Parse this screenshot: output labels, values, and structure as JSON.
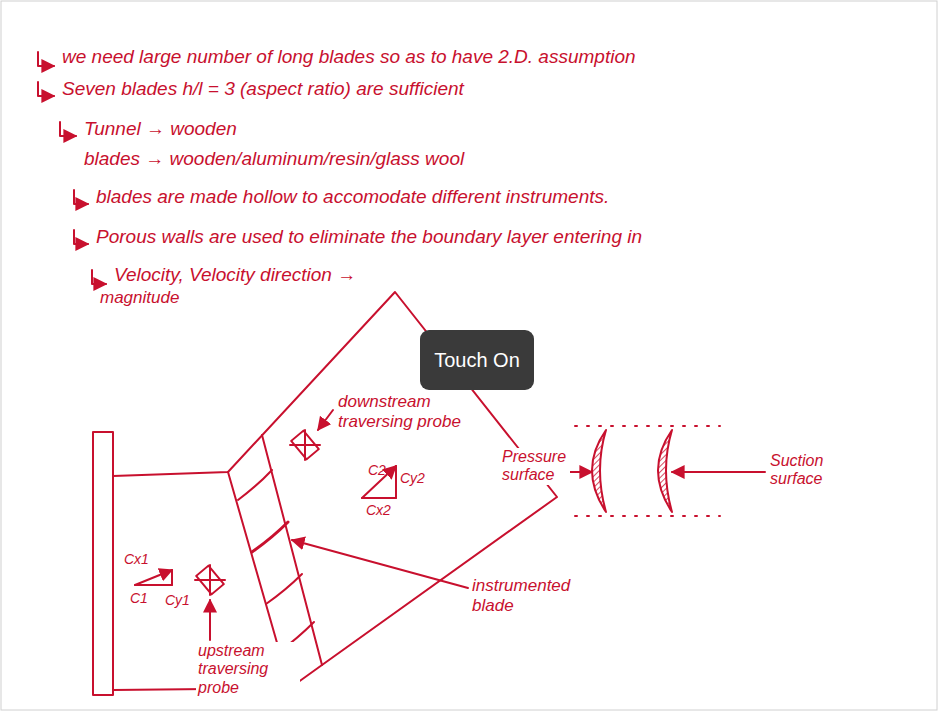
{
  "diagram": {
    "nodes": [
      {
        "text": [
          "Touch On"
        ]
      }
    ],
    "labels": [
      "we need large number of long blades so as to have 2.D. assumption",
      "Seven blades h/l = 3 (aspect ratio) are sufficient",
      "Tunnel → wooden",
      "blades → wooden/aluminum/resin/glass wool",
      "blades are made hollow to accomodate different instruments.",
      "Porous walls are used to eliminate the boundary layer entering in",
      "Velocity, Velocity direction →",
      "magnitude",
      "downstream traversing probe",
      "C2",
      "Cy2",
      "Cx2",
      "instrumented blade",
      "Cx1",
      "C1",
      "Cy1",
      "upstream traversing probe",
      "Pressure surface",
      "Suction surface"
    ]
  }
}
